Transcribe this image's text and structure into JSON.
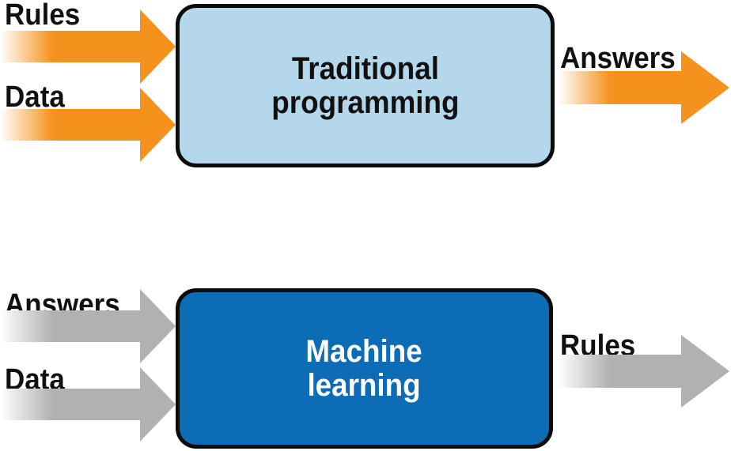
{
  "figure": {
    "top_flow": {
      "input1_label": "Rules",
      "input2_label": "Data",
      "box_title_line1": "Traditional",
      "box_title_line2": "programming",
      "output_label": "Answers"
    },
    "bottom_flow": {
      "input1_label": "Answers",
      "input2_label": "Data",
      "box_title_line1": "Machine",
      "box_title_line2": "learning",
      "output_label": "Rules"
    }
  },
  "colors": {
    "arrow_orange": "#F5921E",
    "arrow_gray": "#B0B1B3",
    "box_light_blue": "#B4D7EB",
    "box_dark_blue": "#0D6CB6",
    "outline_black": "#0B0B0C",
    "text_dark": "#111111",
    "text_light": "#FFFFFF"
  }
}
